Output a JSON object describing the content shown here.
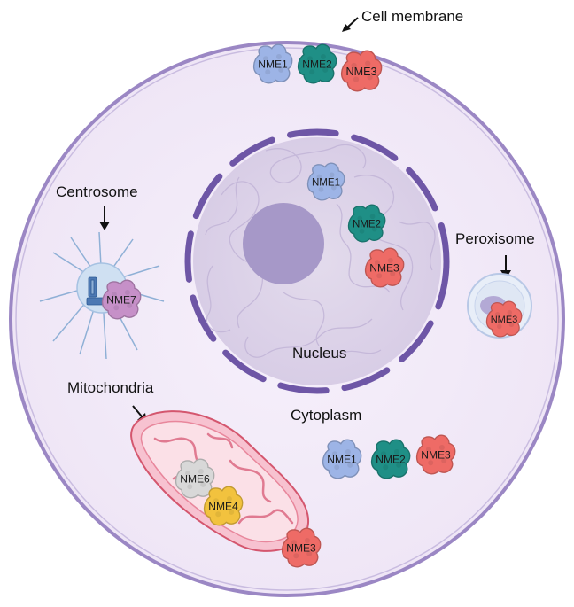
{
  "labels": {
    "cell_membrane": "Cell membrane",
    "centrosome": "Centrosome",
    "peroxisome": "Peroxisome",
    "nucleus": "Nucleus",
    "cytoplasm": "Cytoplasm",
    "mitochondria": "Mitochondria"
  },
  "proteins": {
    "membrane": [
      "NME1",
      "NME2",
      "NME3"
    ],
    "nucleus": [
      "NME1",
      "NME2",
      "NME3"
    ],
    "cytoplasm": [
      "NME1",
      "NME2",
      "NME3"
    ],
    "centrosome": "NME7",
    "peroxisome": "NME3",
    "mitochondria_inner": [
      "NME6",
      "NME4"
    ],
    "mitochondria_outer": "NME3"
  },
  "colors": {
    "NME1": "#9db4e6",
    "NME2": "#1f8f86",
    "NME3": "#ee6b66",
    "NME4": "#f2c23e",
    "NME6": "#d8d8d8",
    "NME7": "#c690c8",
    "cell_fill": "#f3ecf8",
    "membrane": "#9b87c4",
    "nucleus_fill": "#ddd3e8",
    "nucleolus": "#a698c8",
    "envelope": "#6e56a6",
    "mito_outer": "#f2a9bd",
    "mito_inner": "#d4566e"
  }
}
